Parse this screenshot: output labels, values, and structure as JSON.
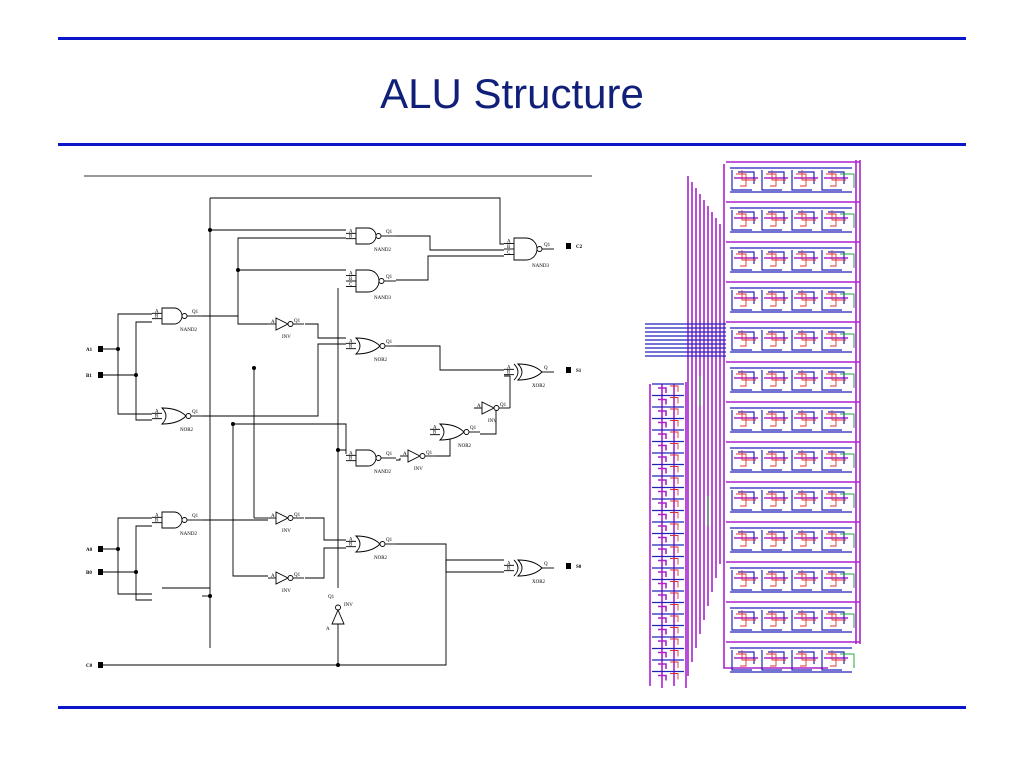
{
  "slide": {
    "title": "ALU Structure"
  },
  "schematic": {
    "inputs": [
      "A1",
      "B1",
      "A0",
      "B0",
      "C0"
    ],
    "outputs": [
      "C2",
      "S1",
      "S0"
    ],
    "gates": [
      {
        "id": "u1",
        "type": "NAND2",
        "pins": [
          "A",
          "B"
        ],
        "out": "Q1",
        "label": "NAND2"
      },
      {
        "id": "u2",
        "type": "NOR2",
        "pins": [
          "A",
          "B"
        ],
        "out": "Q1",
        "label": "NOR2"
      },
      {
        "id": "u3",
        "type": "NAND2",
        "pins": [
          "A",
          "B"
        ],
        "out": "Q1",
        "label": "NAND2"
      },
      {
        "id": "u4",
        "type": "NOR2",
        "pins": [
          "A",
          "B"
        ],
        "out": "Q1",
        "label": "NOR2"
      },
      {
        "id": "u5",
        "type": "NAND2",
        "pins": [
          "A",
          "B"
        ],
        "out": "Q1",
        "label": "NAND2"
      },
      {
        "id": "u6",
        "type": "NAND3",
        "pins": [
          "A",
          "B",
          "C"
        ],
        "out": "Q1",
        "label": "NAND3"
      },
      {
        "id": "u7",
        "type": "NOR2",
        "pins": [
          "A",
          "B"
        ],
        "out": "Q1",
        "label": "NOR2"
      },
      {
        "id": "u8",
        "type": "NAND2",
        "pins": [
          "A",
          "B"
        ],
        "out": "Q1",
        "label": "NAND2"
      },
      {
        "id": "u9",
        "type": "NOR2",
        "pins": [
          "A",
          "B"
        ],
        "out": "Q1",
        "label": "NOR2"
      },
      {
        "id": "u10",
        "type": "NAND3",
        "pins": [
          "A",
          "B",
          "C"
        ],
        "out": "Q1",
        "label": "NAND3"
      },
      {
        "id": "x1",
        "type": "XOR2",
        "pins": [
          "A",
          "B"
        ],
        "out": "Q",
        "label": "XOR2"
      },
      {
        "id": "x2",
        "type": "XOR2",
        "pins": [
          "A",
          "B"
        ],
        "out": "Q",
        "label": "XOR2"
      }
    ],
    "inverters": [
      {
        "id": "n1",
        "pin": "A",
        "out": "Q1",
        "label": "INV"
      },
      {
        "id": "n2",
        "pin": "A",
        "out": "Q1",
        "label": "INV"
      },
      {
        "id": "n3",
        "pin": "A",
        "out": "Q1",
        "label": "INV"
      },
      {
        "id": "n4",
        "pin": "A",
        "out": "Q1",
        "label": "INV"
      },
      {
        "id": "n5",
        "pin": "A",
        "out": "Q1",
        "label": "INV"
      },
      {
        "id": "n6",
        "pin": "A",
        "out": "Q1",
        "label": "INV"
      }
    ]
  },
  "layout": {
    "colors": {
      "metal1": "#2222bb",
      "metal2": "#aa22cc",
      "poly": "#e03030",
      "diffusion": "#22aa44",
      "contact": "#333333"
    }
  }
}
